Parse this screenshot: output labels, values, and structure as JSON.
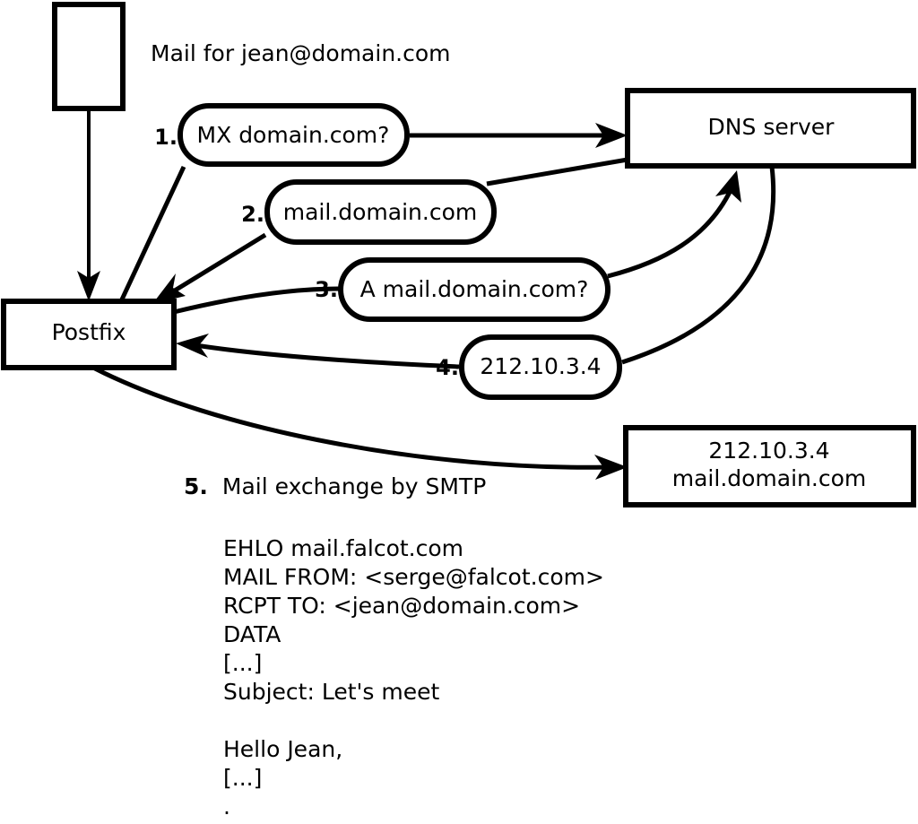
{
  "diagram": {
    "title_caption": "Mail for jean@domain.com",
    "nodes": {
      "sender_box": {
        "label": ""
      },
      "postfix": {
        "label": "Postfix"
      },
      "dns_server": {
        "label": "DNS server"
      },
      "target_server": {
        "line1": "212.10.3.4",
        "line2": "mail.domain.com"
      }
    },
    "steps": [
      {
        "num": "1.",
        "label": "MX domain.com?"
      },
      {
        "num": "2.",
        "label": "mail.domain.com"
      },
      {
        "num": "3.",
        "label": "A mail.domain.com?"
      },
      {
        "num": "4.",
        "label": "212.10.3.4"
      }
    ],
    "smtp_step": {
      "num": "5.",
      "label": "Mail exchange by SMTP"
    },
    "smtp_transcript": [
      "EHLO mail.falcot.com",
      "MAIL FROM: <serge@falcot.com>",
      "RCPT TO: <jean@domain.com>",
      "DATA",
      "[...]",
      "Subject: Let's meet",
      "",
      "Hello Jean,",
      "[...]",
      "."
    ],
    "colors": {
      "stroke": "#000000",
      "fill": "#ffffff",
      "background": "#ffffff"
    }
  }
}
